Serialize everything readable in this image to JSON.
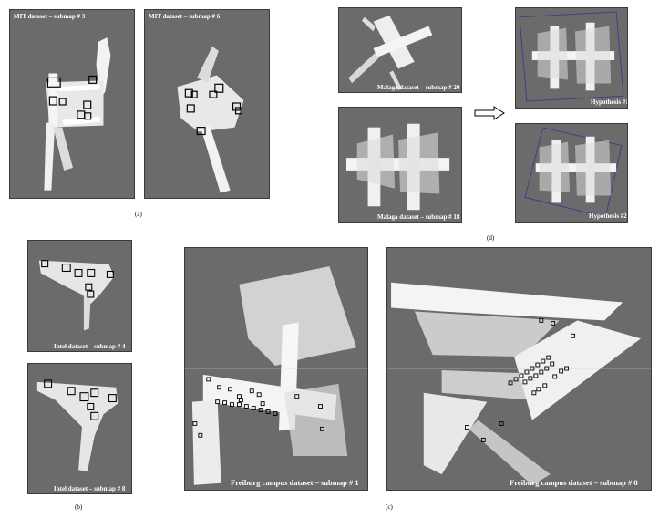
{
  "panels": {
    "mit3": {
      "title": "MIT dataset – submap # 3"
    },
    "mit6": {
      "title": "MIT dataset – submap # 6"
    },
    "malaga20": {
      "title": "Malaga dataset – submap # 20"
    },
    "malaga18": {
      "title": "Malaga dataset – submap # 18"
    },
    "hyp1": {
      "title": "Hypothesis #1"
    },
    "hyp2": {
      "title": "Hypothesis #2"
    },
    "intel4": {
      "title": "Intel dataset – submap # 4"
    },
    "intel8": {
      "title": "Intel dataset – submap # 8"
    },
    "freiburg1": {
      "title": "Freiburg campus dataset – submap # 1"
    },
    "freiburg8": {
      "title": "Freiburg campus dataset – submap # 8"
    }
  },
  "captions": {
    "a": "(a)",
    "b": "(b)",
    "c": "(c)",
    "d": "(d)"
  },
  "colors": {
    "panel_bg": "#6b6b6b",
    "map_free": "#f4f4f4",
    "hypothesis_frame": "#3b3f8a"
  }
}
